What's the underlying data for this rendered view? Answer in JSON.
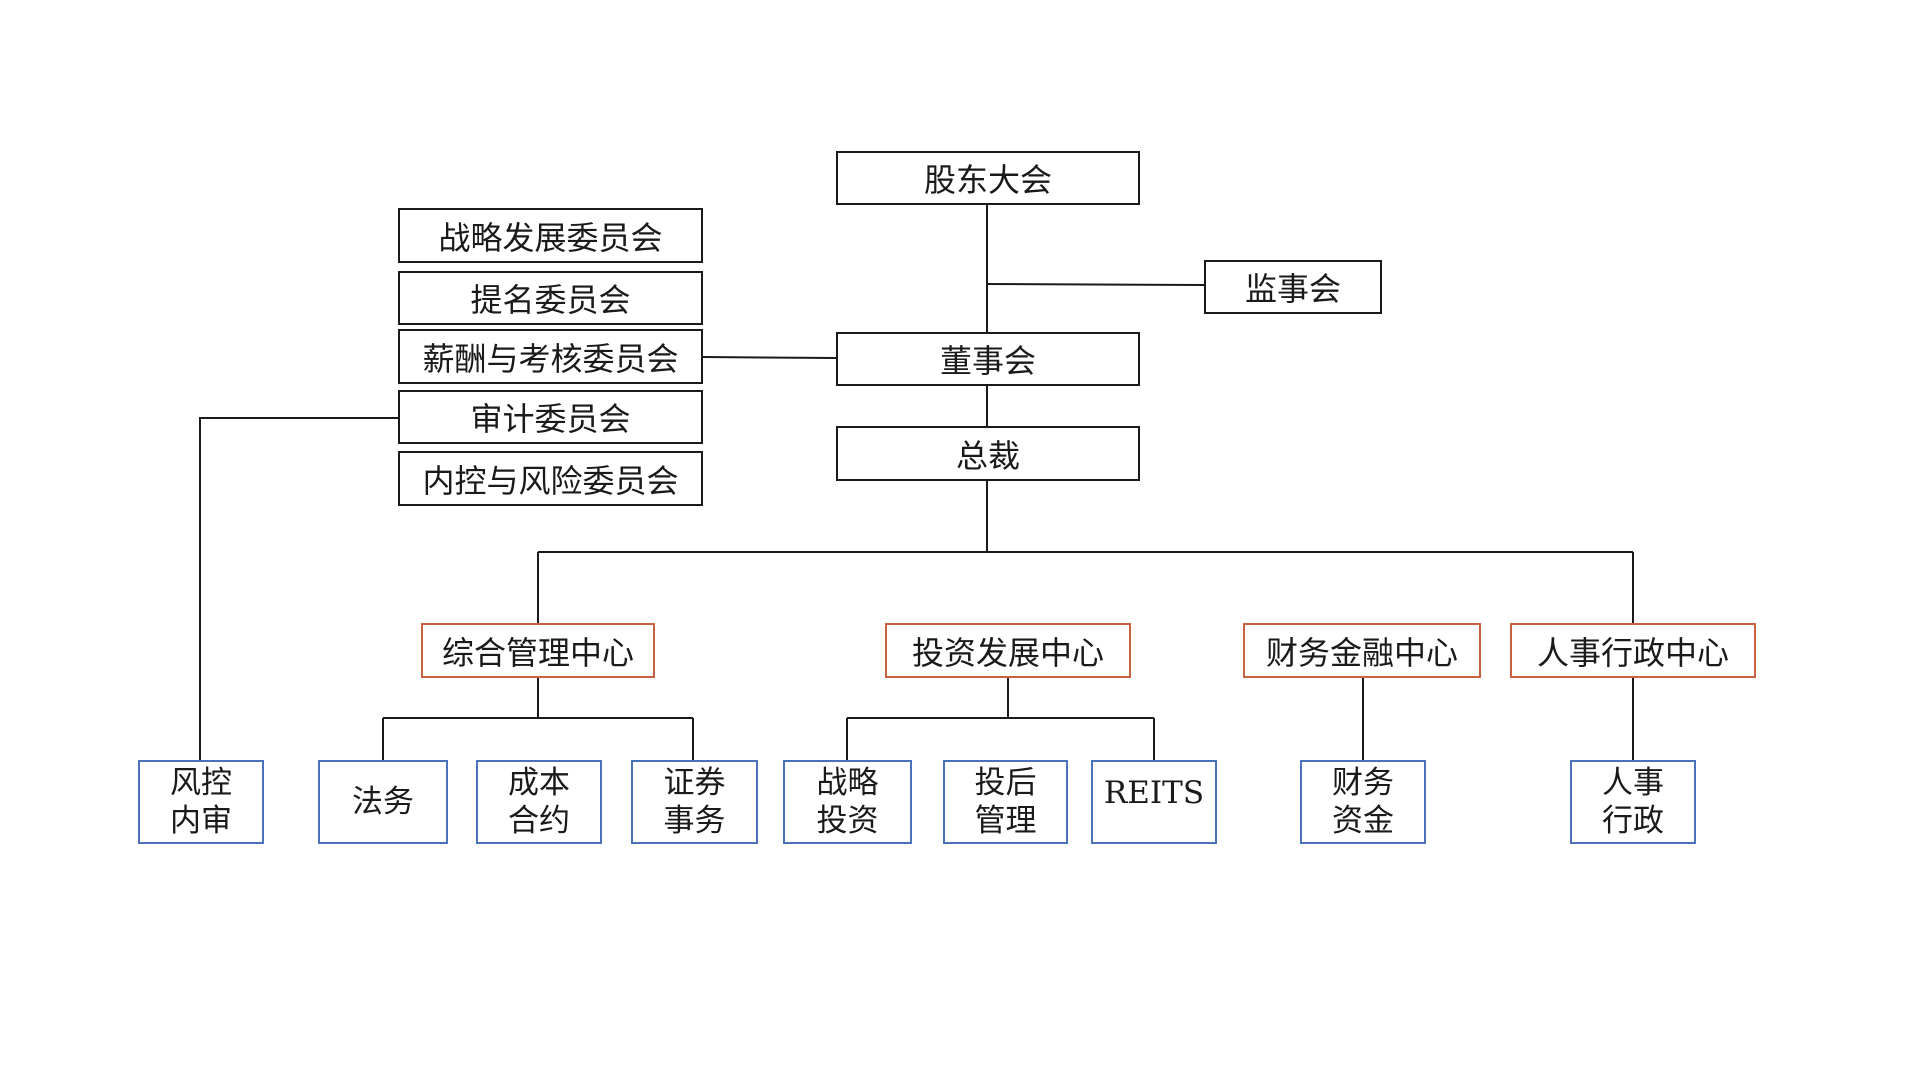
{
  "top": {
    "shareholders": "股东大会",
    "supervisors": "监事会",
    "board": "董事会",
    "president": "总裁"
  },
  "committees": [
    "战略发展委员会",
    "提名委员会",
    "薪酬与考核委员会",
    "审计委员会",
    "内控与风险委员会"
  ],
  "centers": [
    "综合管理中心",
    "投资发展中心",
    "财务金融中心",
    "人事行政中心"
  ],
  "departments": [
    {
      "line1": "风控",
      "line2": "内审"
    },
    {
      "line1": "法务",
      "line2": ""
    },
    {
      "line1": "成本",
      "line2": "合约"
    },
    {
      "line1": "证券",
      "line2": "事务"
    },
    {
      "line1": "战略",
      "line2": "投资"
    },
    {
      "line1": "投后",
      "line2": "管理"
    },
    {
      "line1": "REITS",
      "line2": ""
    },
    {
      "line1": "财务",
      "line2": "资金"
    },
    {
      "line1": "人事",
      "line2": "行政"
    }
  ],
  "colors": {
    "line": "#1a1a1a",
    "top_border": "#1a1a1a",
    "center_border": "#c9603f",
    "department_border": "#4a72b8"
  }
}
